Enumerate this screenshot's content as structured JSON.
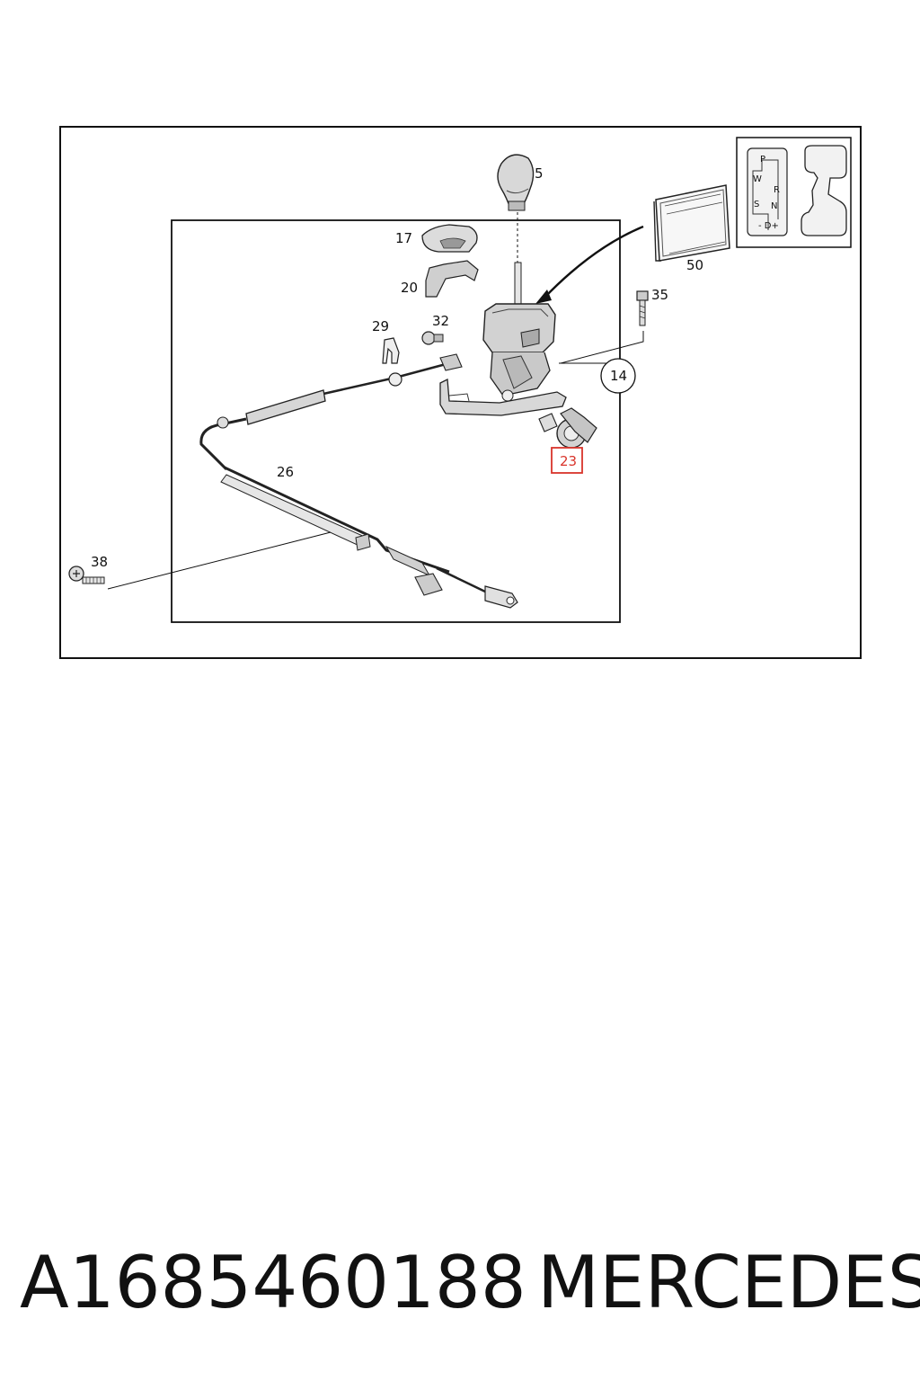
{
  "diagram": {
    "callouts": {
      "c5": "5",
      "c17": "17",
      "c20": "20",
      "c29": "29",
      "c32": "32",
      "c35": "35",
      "c14": "14",
      "c23": "23",
      "c26": "26",
      "c38": "38",
      "c50": "50"
    },
    "highlighted_callout": "23",
    "highlight_color": "#d9342b",
    "gate_pattern": {
      "p": "P",
      "r": "R",
      "n": "N",
      "w": "W",
      "s": "S",
      "drive": "- D+"
    }
  },
  "caption": {
    "part_number": "A1685460188",
    "brand": "MERCEDES"
  }
}
